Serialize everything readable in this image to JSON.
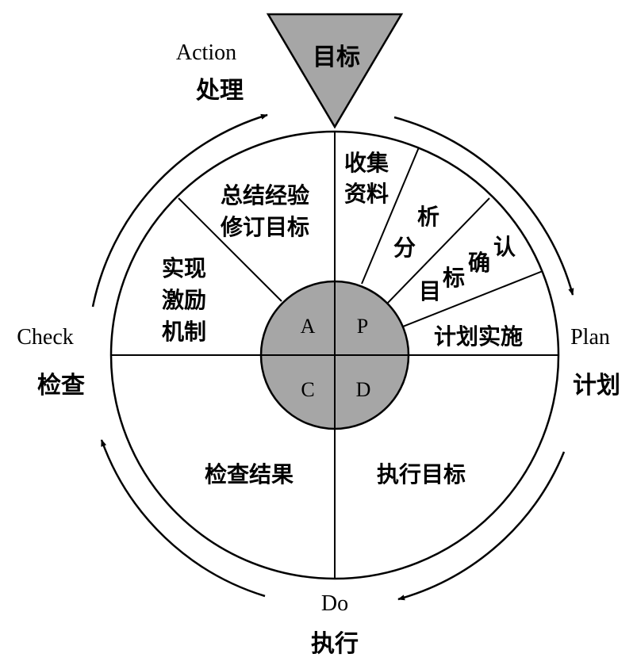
{
  "target": {
    "label": "目标"
  },
  "quadrants": {
    "action": {
      "en": "Action",
      "zh": "处理",
      "letter": "A"
    },
    "plan": {
      "en": "Plan",
      "zh": "计划",
      "letter": "P"
    },
    "do": {
      "en": "Do",
      "zh": "执行",
      "letter": "D"
    },
    "check": {
      "en": "Check",
      "zh": "检查",
      "letter": "C"
    }
  },
  "segments": {
    "summary_line1": "总结经验",
    "summary_line2": "修订目标",
    "incentive_line1": "实现",
    "incentive_line2": "激励",
    "incentive_line3": "机制",
    "collect_line1": "收集",
    "collect_line2": "资料",
    "analyze_char1": "析",
    "analyze_char2": "分",
    "confirm_char1": "目",
    "confirm_char2": "标",
    "confirm_char3": "确",
    "confirm_char4": "认",
    "implement_plan": "计划实施",
    "check_result": "检查结果",
    "execute_target": "执行目标"
  },
  "colors": {
    "fill_gray": "#a6a6a6",
    "stroke": "#000000"
  }
}
